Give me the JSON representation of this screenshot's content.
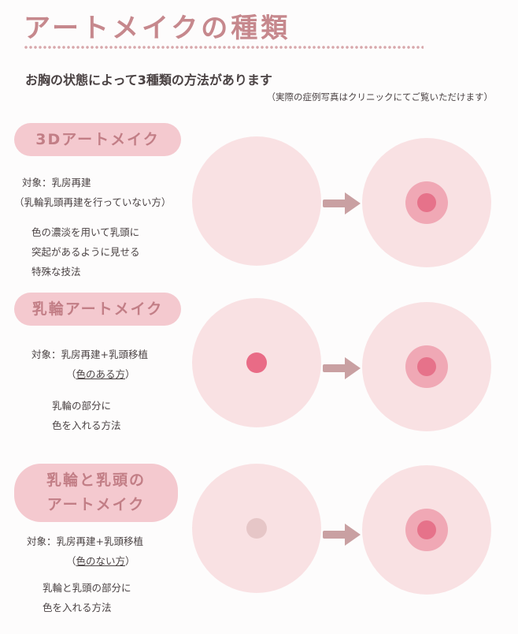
{
  "header": {
    "title": "アートメイクの種類",
    "lead": "お胸の状態によって3種類の方法があります",
    "note": "（実際の症例写真はクリニックにてご覧いただけます）"
  },
  "sections": [
    {
      "title_lines": [
        "3Dアートメイク"
      ],
      "target": "対象：乳房再建",
      "target_sub": "（乳輪乳頭再建を行っていない方）",
      "desc_lines": [
        "色の濃淡を用いて乳頭に",
        "突起があるように見せる",
        "特殊な技法"
      ]
    },
    {
      "title_lines": [
        "乳輪アートメイク"
      ],
      "target": "対象：乳房再建+乳頭移植",
      "target_sub": "（色のある方）",
      "desc_lines": [
        "乳輪の部分に",
        "色を入れる方法"
      ]
    },
    {
      "title_lines": [
        "乳輪と乳頭の",
        "アートメイク"
      ],
      "target": "対象：乳房再建+乳頭移植",
      "target_sub": "（色のない方）",
      "desc_lines": [
        "乳輪と乳頭の部分に",
        "色を入れる方法"
      ]
    }
  ],
  "colors": {
    "accent": "#c6888d",
    "pill_bg": "#f4c9cf",
    "skin": "#f9e1e3",
    "areola": "#f0a8b5",
    "nipple": "#e6728a",
    "nipple_pale": "#e6c6c7",
    "arrow": "#c9a0a2"
  },
  "icons": [
    "before-illustration",
    "arrow-right-icon",
    "after-illustration"
  ]
}
